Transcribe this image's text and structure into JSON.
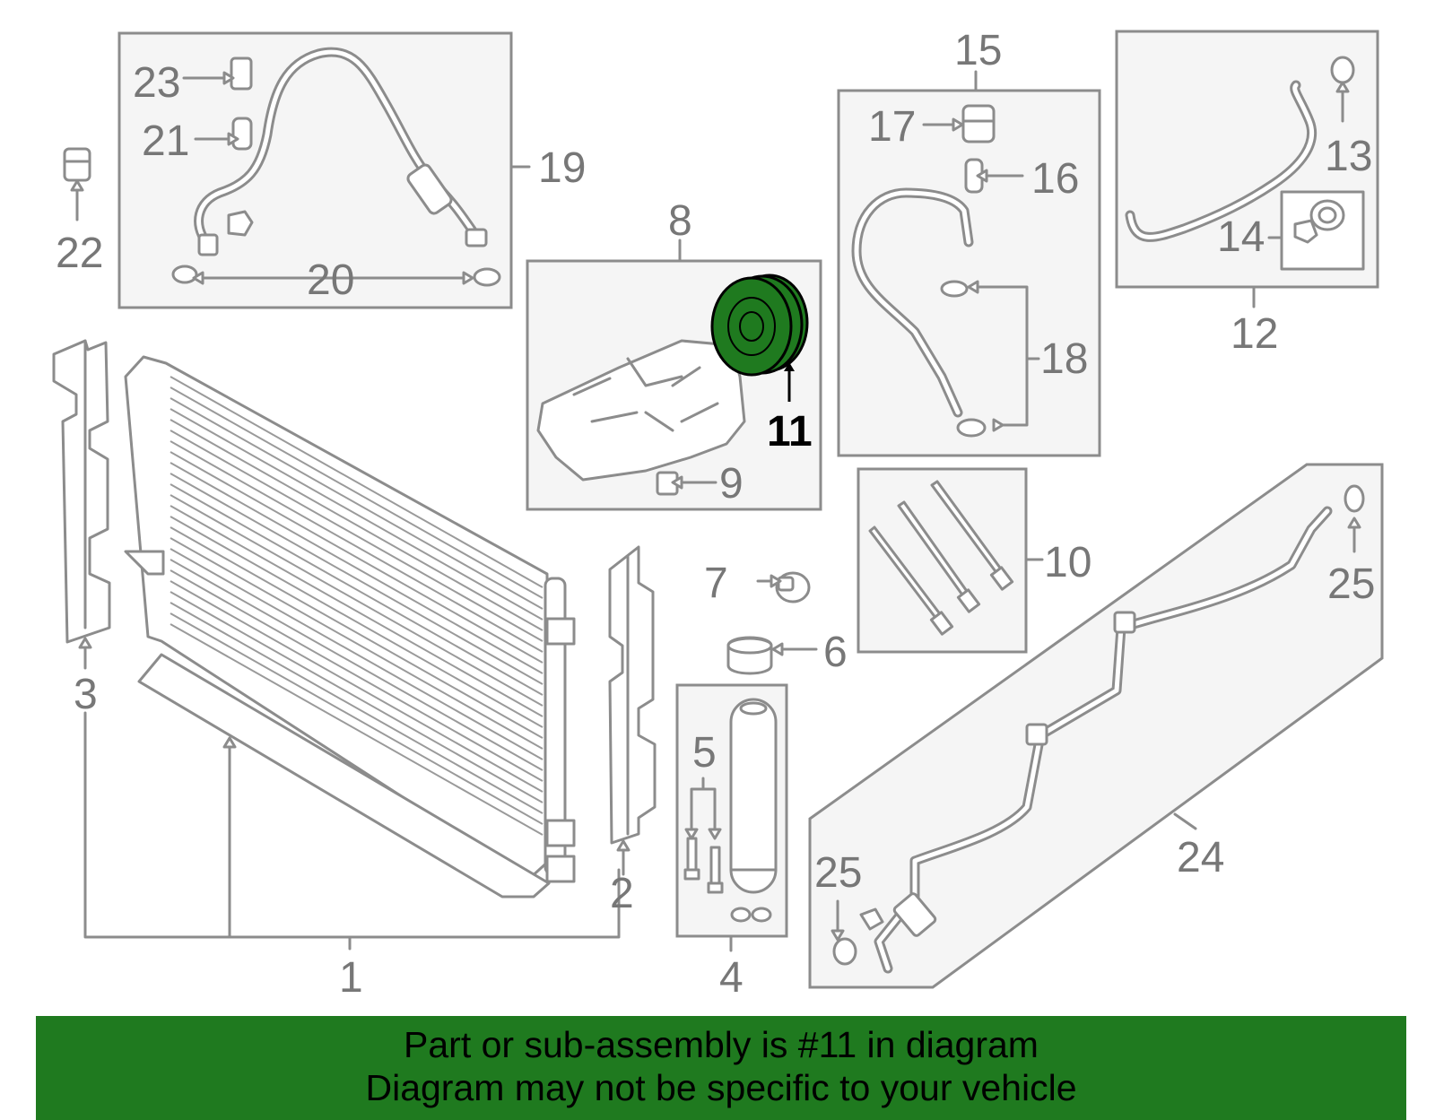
{
  "callouts": {
    "c1": "1",
    "c2": "2",
    "c3": "3",
    "c4": "4",
    "c5": "5",
    "c6": "6",
    "c7": "7",
    "c8": "8",
    "c9": "9",
    "c10": "10",
    "c11": "11",
    "c12": "12",
    "c13": "13",
    "c14": "14",
    "c15": "15",
    "c16": "16",
    "c17": "17",
    "c18": "18",
    "c19": "19",
    "c20": "20",
    "c21": "21",
    "c22": "22",
    "c23": "23",
    "c24": "24",
    "c25a": "25",
    "c25b": "25"
  },
  "highlighted_part": "11",
  "colors": {
    "highlight": "#1f7a1f",
    "banner": "#1f7a1f",
    "line": "#8c8c8c",
    "panel": "#f5f5f5"
  },
  "banner": {
    "line1": "Part or sub-assembly is #11 in diagram",
    "line2": "Diagram may not be specific to your vehicle"
  }
}
